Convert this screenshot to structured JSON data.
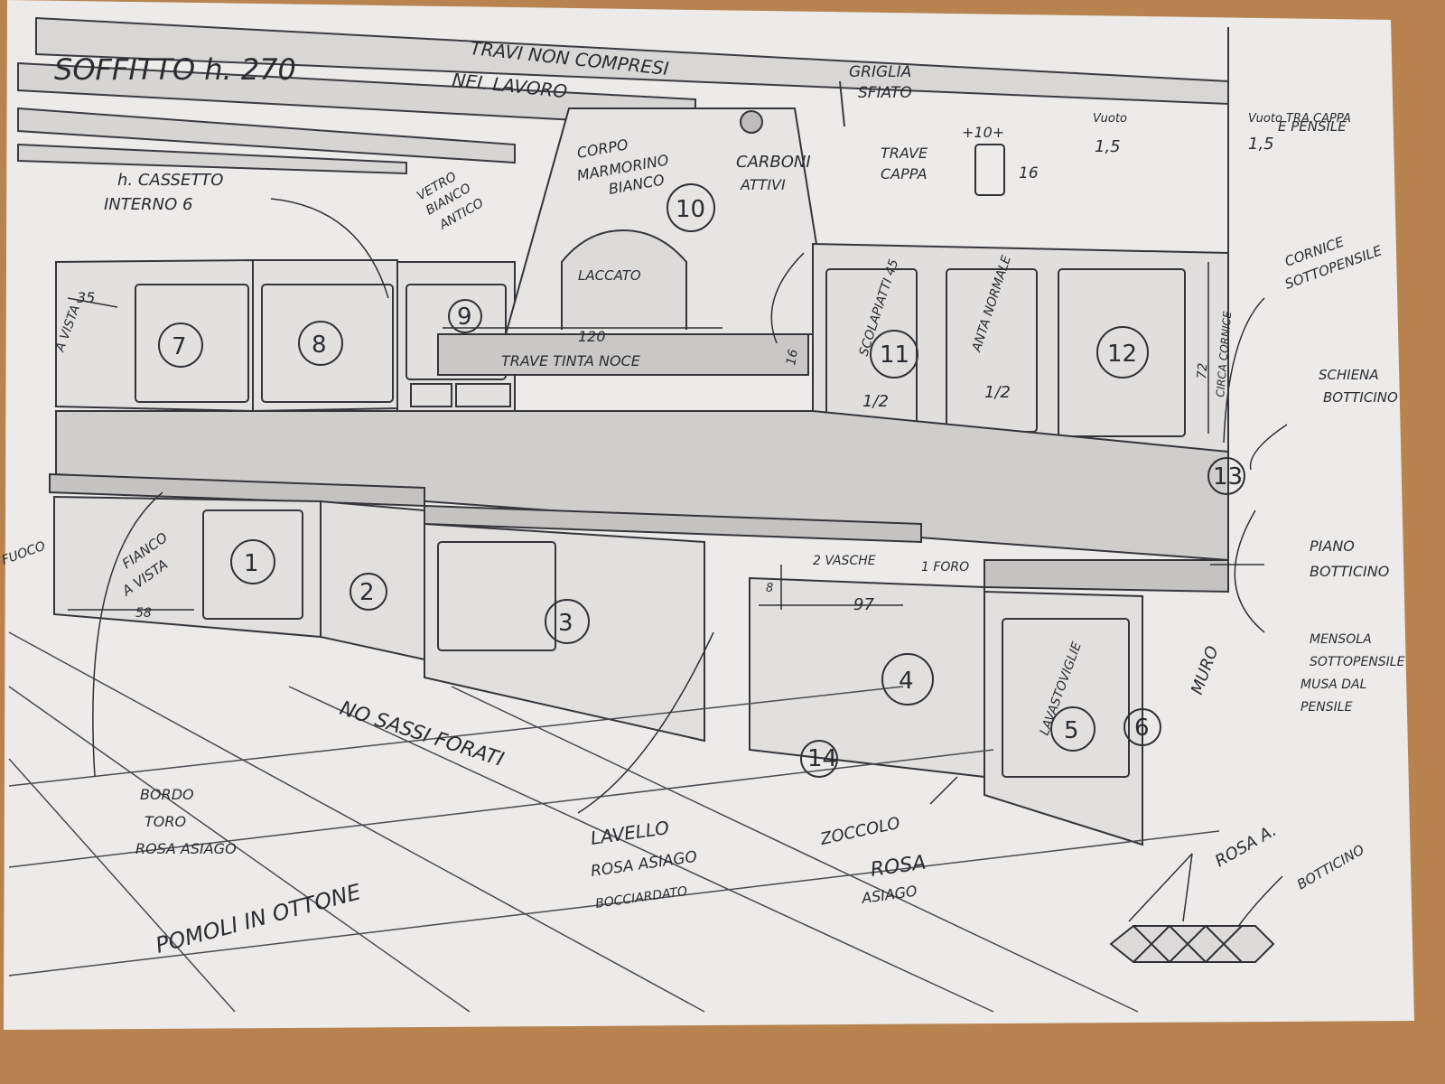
{
  "sheet": {
    "colors": {
      "wood": "#b8834f",
      "paper": "#ecebe9",
      "ink": "#2d2d33"
    }
  },
  "labels": {
    "soffitto": "SOFFITTO h. 270",
    "travi": "TRAVI NON COMPRESI",
    "lavoro": "NEL LAVORO",
    "griglia": "GRIGLIA",
    "sfiato": "SFIATO",
    "vuoto_left": "Vuoto",
    "vuoto_left_val": "1,5",
    "vuoto_right": "Vuoto TRA CAPPA",
    "vuoto_right_val": "1,5",
    "epensile": "E PENSILE",
    "h_cassetto": "h. CASSETTO",
    "interno": "INTERNO 6",
    "vetro": "VETRO",
    "bianco": "BIANCO",
    "antico": "ANTICO",
    "corpo": "CORPO",
    "marmorino": "MARMORINO",
    "bianco2": "BIANCO",
    "carboni": "CARBONI",
    "attivi": "ATTIVI",
    "trave_cappa1": "TRAVE",
    "trave_cappa2": "CAPPA",
    "dim_10": "+10+",
    "dim_16": "16",
    "laccato": "LACCATO",
    "dim_35": "35",
    "a_vista": "A VISTA",
    "dim_120": "120",
    "trave_tinta": "TRAVE TINTA NOCE",
    "dim_16b": "16",
    "scolapiatti": "SCOLAPIATTI 45",
    "frac_left": "1/2",
    "anta_normale": "ANTA NORMALE",
    "frac_right": "1/2",
    "dim_72": "72",
    "circa_cornice": "CIRCA CORNICE",
    "cornice1": "CORNICE",
    "cornice2": "SOTTOPENSILE",
    "schiena1": "SCHIENA",
    "schiena2": "BOTTICINO",
    "fuoco": "FUOCO",
    "fianco1": "FIANCO",
    "fianco2": "A VISTA",
    "dim_58": "58",
    "vasche": "2 VASCHE",
    "foro": "1 FORO",
    "dim_8": "8",
    "dim_97": "97",
    "piano1": "PIANO",
    "piano2": "BOTTICINO",
    "mensola1": "MENSOLA",
    "mensola2": "SOTTOPENSILE",
    "mensola3": "MUSA DAL",
    "mensola4": "PENSILE",
    "muro": "MURO",
    "lavastoviglie": "LAVASTOVIGLIE",
    "sassi": "NO SASSI FORATI",
    "bordo1": "BORDO",
    "bordo2": "TORO",
    "bordo3": "ROSA ASIAGO",
    "lavello1": "LAVELLO",
    "lavello2": "ROSA ASIAGO",
    "lavello3": "BOCCIARDATO",
    "zoccolo1": "ZOCCOLO",
    "zoccolo2": "ROSA",
    "zoccolo3": "ASIAGO",
    "rosa_a": "ROSA A.",
    "botticino_bottom": "BOTTICINO",
    "pomoli": "POMOLI IN OTTONE"
  },
  "numbers": [
    "1",
    "2",
    "3",
    "4",
    "5",
    "6",
    "7",
    "8",
    "9",
    "10",
    "11",
    "12",
    "13",
    "14"
  ]
}
